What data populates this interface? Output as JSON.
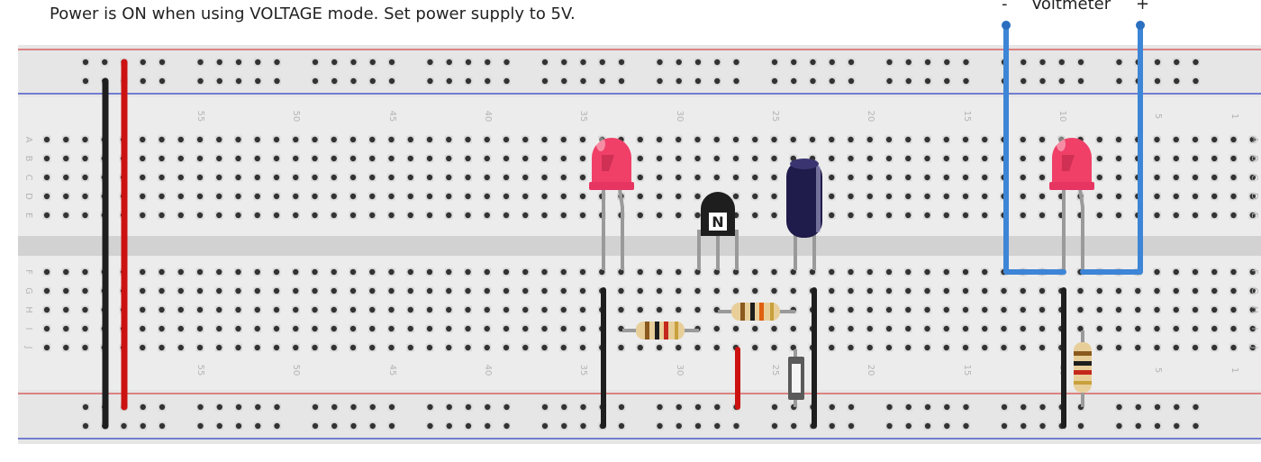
{
  "instruction": "Power is ON when using VOLTAGE mode. Set power supply to 5V.",
  "voltmeter": {
    "label": "Voltmeter",
    "minus": "-",
    "plus": "+"
  },
  "row_letters_top": [
    "A",
    "B",
    "C",
    "D",
    "E"
  ],
  "row_letters_bottom": [
    "F",
    "G",
    "H",
    "I",
    "J"
  ],
  "column_numbers": [
    "55",
    "50",
    "45",
    "40",
    "35",
    "30",
    "25",
    "20",
    "15",
    "10",
    "5",
    "1"
  ],
  "component_labels": {
    "transistor": "N"
  },
  "colors": {
    "led": "#f04068",
    "jumper_black": "#1e1e1e",
    "jumper_red": "#cc1111",
    "jumper_blue": "#3d85d6",
    "capacitor": "#1f1b4a",
    "rail_red": "#d24646",
    "rail_blue": "#2f3fc4"
  }
}
